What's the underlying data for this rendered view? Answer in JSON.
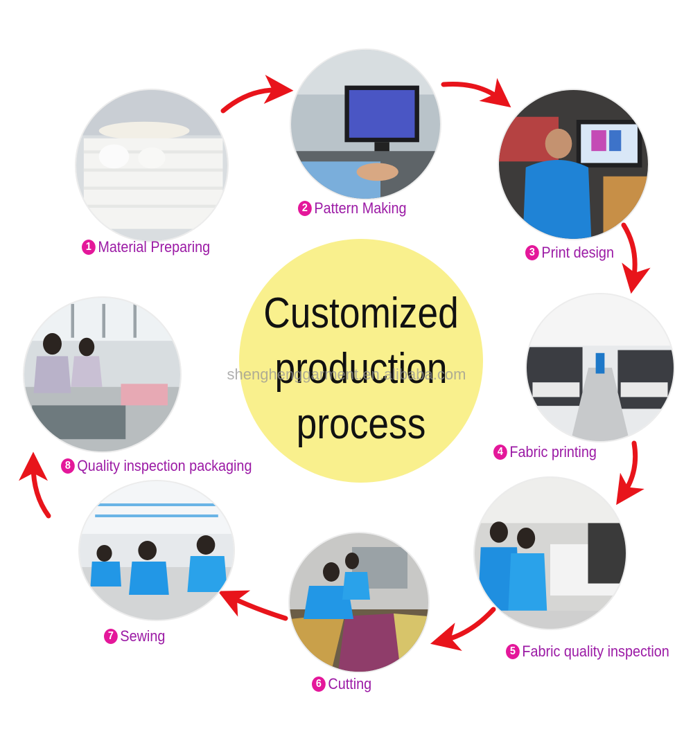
{
  "center": {
    "title_lines": [
      "Customized",
      "production",
      "process"
    ],
    "color": "#f9f08d"
  },
  "watermark": "shenghenggarment.en.alibaba.com",
  "accent": {
    "label_color": "#9b1aa5",
    "badge_color": "#e4179a",
    "arrow_color": "#e8141b"
  },
  "steps": [
    {
      "number": "1",
      "label": "Material Preparing",
      "icon": "fabric-rolls-photo"
    },
    {
      "number": "2",
      "label": "Pattern Making",
      "icon": "computer-pattern-photo"
    },
    {
      "number": "3",
      "label": "Print design",
      "icon": "print-design-photo"
    },
    {
      "number": "4",
      "label": "Fabric printing",
      "icon": "printing-machines-photo"
    },
    {
      "number": "5",
      "label": "Fabric quality inspection",
      "icon": "fabric-inspection-photo"
    },
    {
      "number": "6",
      "label": "Cutting",
      "icon": "cutting-table-photo"
    },
    {
      "number": "7",
      "label": "Sewing",
      "icon": "sewing-room-photo"
    },
    {
      "number": "8",
      "label": "Quality inspection packaging",
      "icon": "packaging-photo"
    }
  ]
}
